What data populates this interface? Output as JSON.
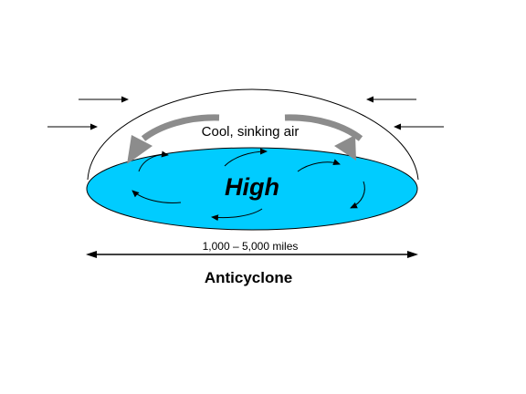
{
  "diagram": {
    "air_label": "Cool, sinking air",
    "pressure_label": "High",
    "distance_label": "1,000 – 5,000 miles",
    "title": "Anticyclone",
    "colors": {
      "disk_fill": "#00CCFF",
      "sinking_arrow": "#8C8C8C",
      "outline": "#000000",
      "background": "#FFFFFF"
    }
  }
}
